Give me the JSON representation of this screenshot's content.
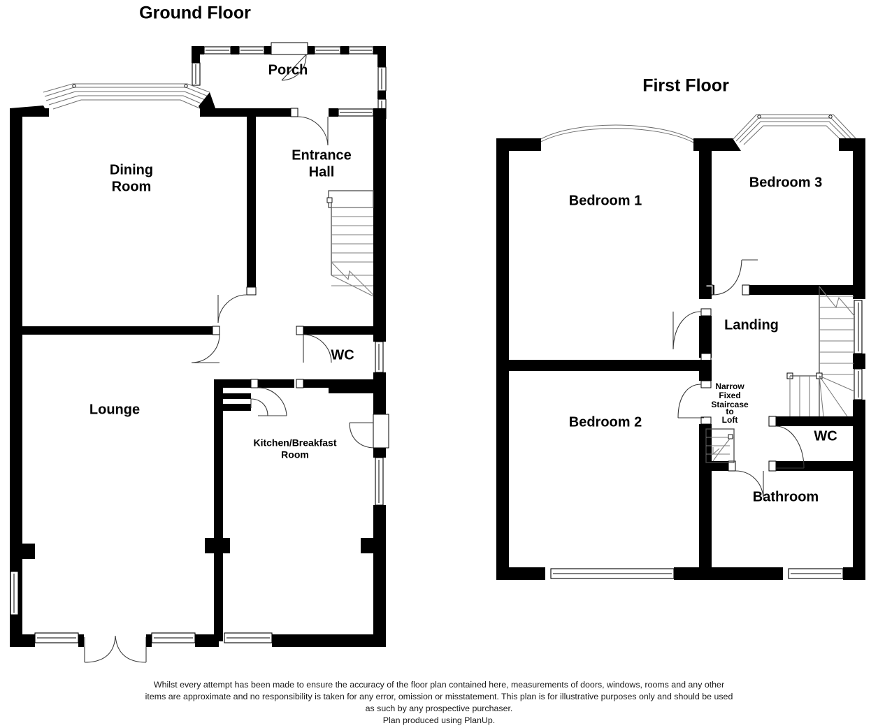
{
  "document": {
    "type": "floor-plan",
    "producer_note": "Plan produced using PlanUp."
  },
  "floors": [
    {
      "id": "ground",
      "title": "Ground Floor",
      "rooms": [
        {
          "id": "porch",
          "label": "Porch"
        },
        {
          "id": "dining",
          "label_line1": "Dining",
          "label_line2": "Room"
        },
        {
          "id": "hall",
          "label_line1": "Entrance",
          "label_line2": "Hall"
        },
        {
          "id": "lounge",
          "label": "Lounge"
        },
        {
          "id": "wc",
          "label": "WC"
        },
        {
          "id": "kitchen",
          "label_line1": "Kitchen/Breakfast",
          "label_line2": "Room"
        }
      ]
    },
    {
      "id": "first",
      "title": "First Floor",
      "rooms": [
        {
          "id": "bedroom1",
          "label": "Bedroom 1"
        },
        {
          "id": "bedroom2",
          "label": "Bedroom 2"
        },
        {
          "id": "bedroom3",
          "label": "Bedroom 3"
        },
        {
          "id": "landing",
          "label": "Landing"
        },
        {
          "id": "wc",
          "label": "WC"
        },
        {
          "id": "bathroom",
          "label": "Bathroom"
        }
      ],
      "annotations": [
        {
          "id": "loft-stair-note",
          "line1": "Narrow",
          "line2": "Fixed",
          "line3": "Staircase",
          "line4": "to",
          "line5": "Loft"
        }
      ]
    }
  ],
  "disclaimer": {
    "line1": "Whilst every attempt has been made to ensure the accuracy of the floor plan contained here, measurements of doors, windows, rooms and any other",
    "line2": "items are approximate and no responsibility is taken for any error, omission or misstatement. This plan is for illustrative purposes only and should be used",
    "line3": "as such by any prospective purchaser.",
    "line4": "Plan produced using PlanUp."
  },
  "colors": {
    "wall": "#000000",
    "background": "#ffffff",
    "text": "#000000",
    "stair": "#7d7d7d"
  }
}
